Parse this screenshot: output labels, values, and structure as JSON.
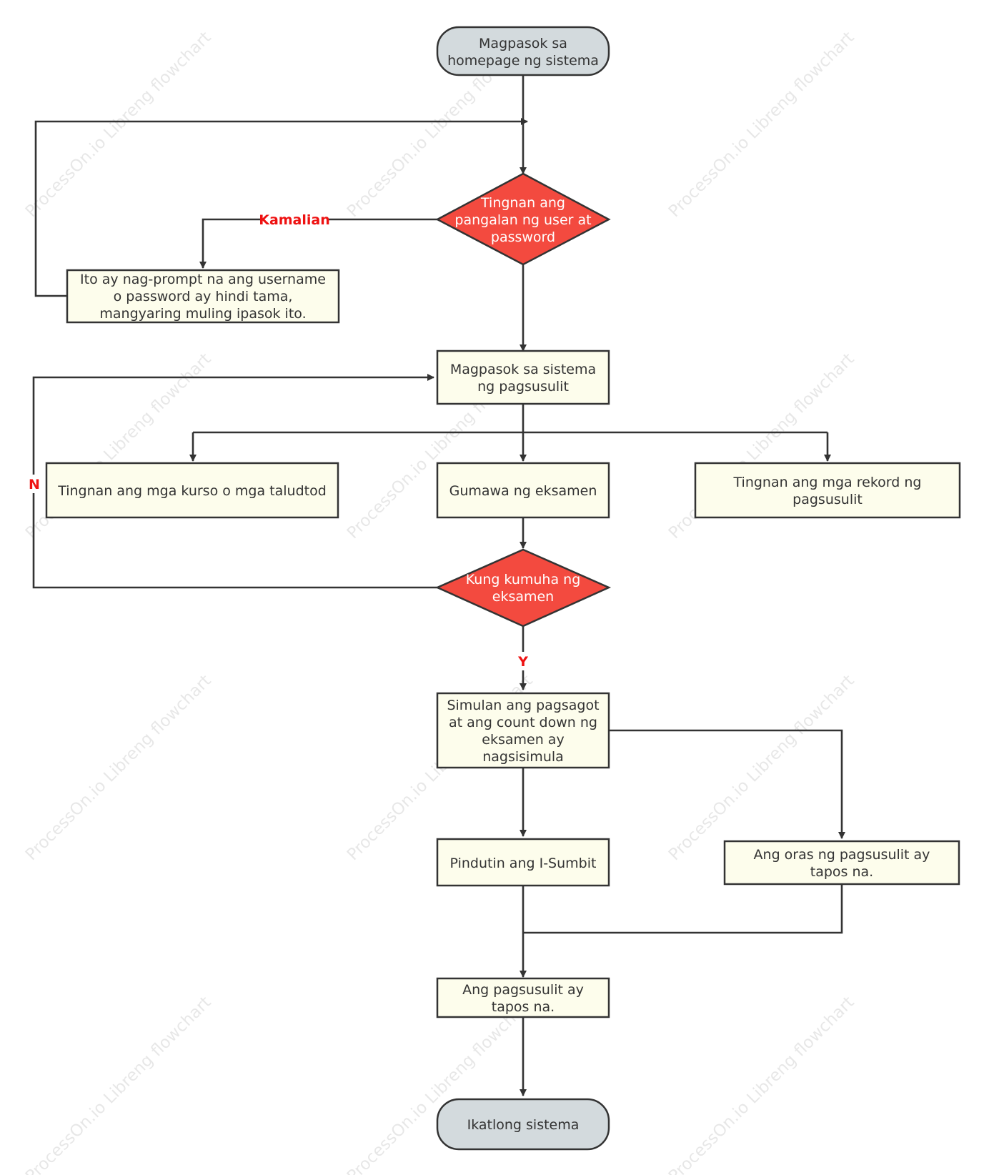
{
  "watermark": "ProcessOn.io Libreng flowchart",
  "colors": {
    "decision": "#f34a3f",
    "terminal": "#d3dadd",
    "process": "#fdfdec",
    "edge_label": "#ee1111"
  },
  "nodes": {
    "start": {
      "lines": [
        "Magpasok sa",
        "homepage ng sistema"
      ]
    },
    "check_login": {
      "lines": [
        "Tingnan ang",
        "pangalan ng user at",
        "password"
      ]
    },
    "login_error": {
      "lines": [
        "Ito ay nag-prompt na ang username",
        "o password ay hindi tama,",
        "mangyaring muling ipasok ito."
      ]
    },
    "exam_system": {
      "lines": [
        "Magpasok sa sistema",
        "ng pagsusulit"
      ]
    },
    "view_courses": {
      "lines": [
        "Tingnan ang mga kurso o mga taludtod"
      ]
    },
    "make_exam": {
      "lines": [
        "Gumawa ng eksamen"
      ]
    },
    "view_records": {
      "lines": [
        "Tingnan ang mga rekord ng",
        "pagsusulit"
      ]
    },
    "took_exam": {
      "lines": [
        "Kung kumuha ng",
        "eksamen"
      ]
    },
    "start_answer": {
      "lines": [
        "Simulan ang pagsagot",
        "at ang count down ng",
        "eksamen ay",
        "nagsisimula"
      ]
    },
    "submit": {
      "lines": [
        "Pindutin ang I-Sumbit"
      ]
    },
    "time_up": {
      "lines": [
        "Ang oras ng pagsusulit ay",
        "tapos na."
      ]
    },
    "exam_done": {
      "lines": [
        "Ang pagsusulit ay",
        "tapos na."
      ]
    },
    "end": {
      "lines": [
        "Ikatlong sistema"
      ]
    }
  },
  "edge_labels": {
    "wrong": "Kamalian",
    "no": "N",
    "yes": "Y"
  }
}
